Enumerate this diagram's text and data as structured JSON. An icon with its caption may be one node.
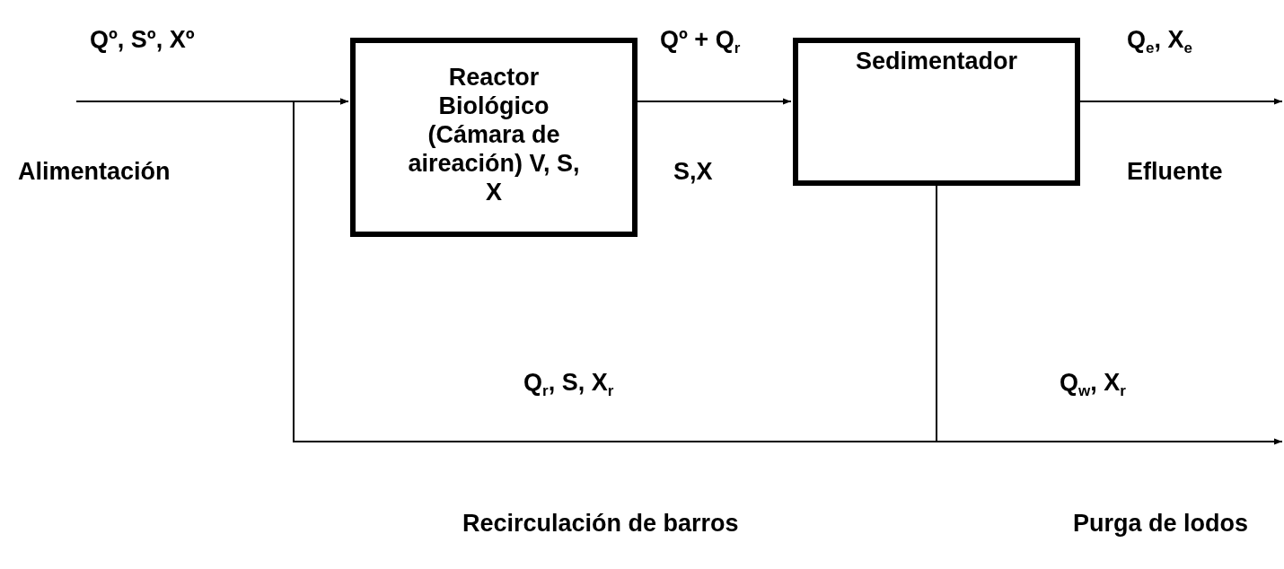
{
  "diagram": {
    "nodes": [
      {
        "text": [
          "Reactor Biológico (Cámara de aireación) V, S, X"
        ]
      },
      {
        "text": [
          "Sedimentador"
        ]
      }
    ],
    "edges": [
      {
        "from": null,
        "to": 0,
        "arrow": "to"
      },
      {
        "from": 0,
        "to": 1,
        "arrow": "to"
      },
      {
        "from": 1,
        "to": null,
        "arrow": "to"
      },
      {
        "from": 1,
        "to": 0,
        "arrow": "to"
      },
      {
        "from": 1,
        "to": null,
        "arrow": "to"
      }
    ],
    "labels": [
      "Qº, Sº, Xº",
      "Qº + Q$_{r}$",
      "Q$_{e}$, X$_{e}$",
      "Alimentación",
      "S,X",
      "Efluente",
      "Q$_{r}$, S, X$_{r}$",
      "Q$_{w}$, X$_{r}$",
      "Recirculación de barros",
      "Purga de lodos"
    ]
  }
}
